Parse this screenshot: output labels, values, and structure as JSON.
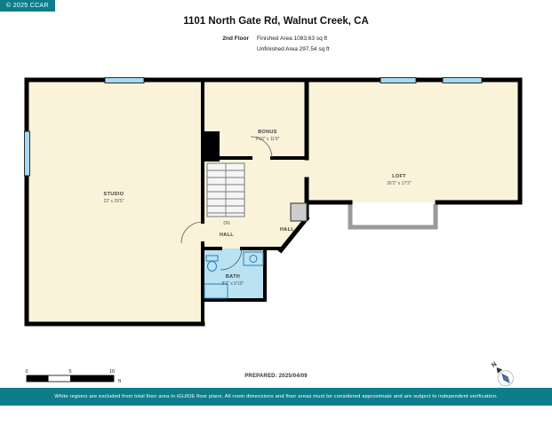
{
  "copyright": "© 2025 CCAR",
  "header": {
    "title": "1101 North Gate Rd, Walnut Creek, CA",
    "floor_label": "2nd Floor",
    "finished_area": "Finished Area 1083.63 sq ft",
    "unfinished_area": "Unfinished Area 297.54 sq ft"
  },
  "rooms": {
    "studio": {
      "name": "STUDIO",
      "dims": "22' x 29'5\""
    },
    "bonus": {
      "name": "BONUS",
      "dims": "9'10\" x 11'8\""
    },
    "loft": {
      "name": "LOFT",
      "dims": "26'2\" x 17'2\""
    },
    "bath": {
      "name": "BATH",
      "dims": "8'2\" x 5'10\""
    },
    "hall_left": {
      "name": "HALL"
    },
    "hall_right": {
      "name": "HALL"
    },
    "stairs": {
      "label": "DN"
    }
  },
  "scale": {
    "ticks": [
      "0",
      "5",
      "10"
    ],
    "unit": "ft"
  },
  "footer": {
    "prepared": "PREPARED: 2025/04/09",
    "compass_label": "N",
    "disclaimer": "White regions are excluded from total floor area in iGUIDE floor plans. All room dimensions and floor areas must be considered approximate and are subject to independent verification."
  },
  "colors": {
    "teal": "#0E7D8A",
    "room_cream": "#FAF3DA",
    "bath_blue": "#B9E2F3",
    "window_blue": "#A9D9EE",
    "wall_black": "#000000"
  }
}
